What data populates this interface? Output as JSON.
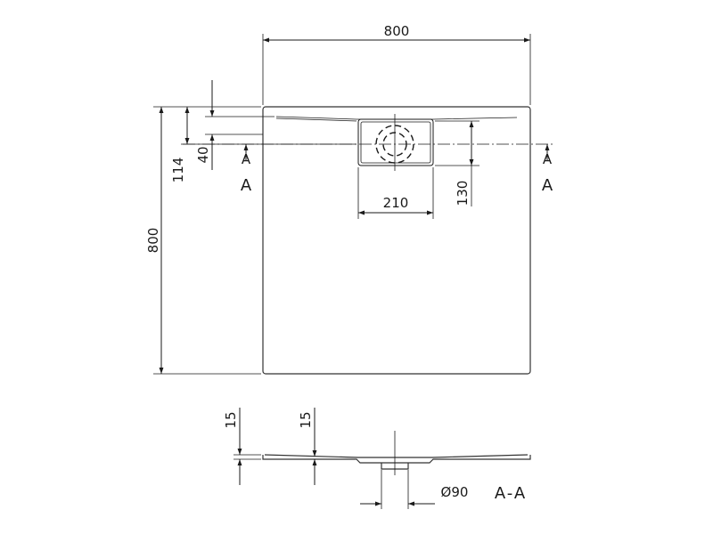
{
  "dimensions": {
    "width": "800",
    "depth": "800",
    "offset_114": "114",
    "offset_40": "40",
    "drain_cover_width": "210",
    "drain_cover_depth": "130",
    "thickness_left": "15",
    "thickness_mid": "15",
    "drain_diameter": "Ø90"
  },
  "section": {
    "marker_left_top": "A",
    "marker_left_bottom": "A",
    "marker_right_top": "A",
    "marker_right_bottom": "A",
    "label": "A-A"
  },
  "colors": {
    "line": "#1a1a1a",
    "background": "#ffffff"
  }
}
